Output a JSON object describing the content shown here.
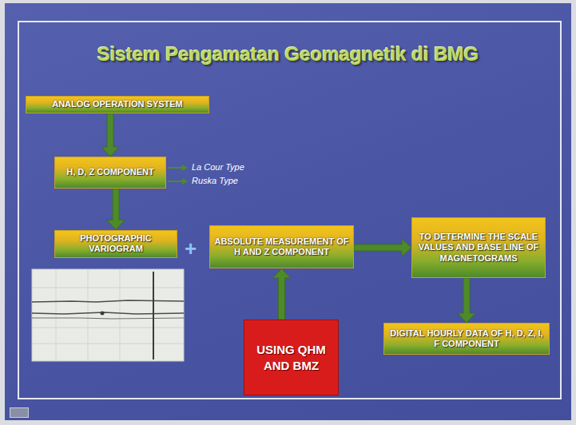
{
  "diagram": {
    "title": "Sistem Pengamatan Geomagnetik di BMG",
    "nodes": [
      {
        "text": [
          "ANALOG OPERATION SYSTEM"
        ]
      },
      {
        "text": [
          "H, D, Z COMPONENT"
        ]
      },
      {
        "text": [
          "PHOTOGRAPHIC VARIOGRAM"
        ]
      },
      {
        "text": [
          "ABSOLUTE MEASUREMENT OF H AND Z COMPONENT"
        ]
      },
      {
        "text": [
          "TO DETERMINE THE SCALE VALUES AND BASE LINE OF MAGNETOGRAMS"
        ]
      },
      {
        "text": [
          "USING QHM AND BMZ"
        ]
      },
      {
        "text": [
          "DIGITAL HOURLY DATA OF H, D, Z, I, F COMPONENT"
        ]
      }
    ],
    "edges": [
      {
        "from": 0,
        "to": 1,
        "arrow": "to"
      },
      {
        "from": 1,
        "to": 2,
        "arrow": "to"
      },
      {
        "from": 5,
        "to": 3,
        "arrow": "to"
      },
      {
        "from": 3,
        "to": 4,
        "arrow": "to"
      },
      {
        "from": 4,
        "to": 6,
        "arrow": "to"
      }
    ],
    "labels": [
      "La Cour Type",
      "Ruska Type",
      "+"
    ]
  }
}
